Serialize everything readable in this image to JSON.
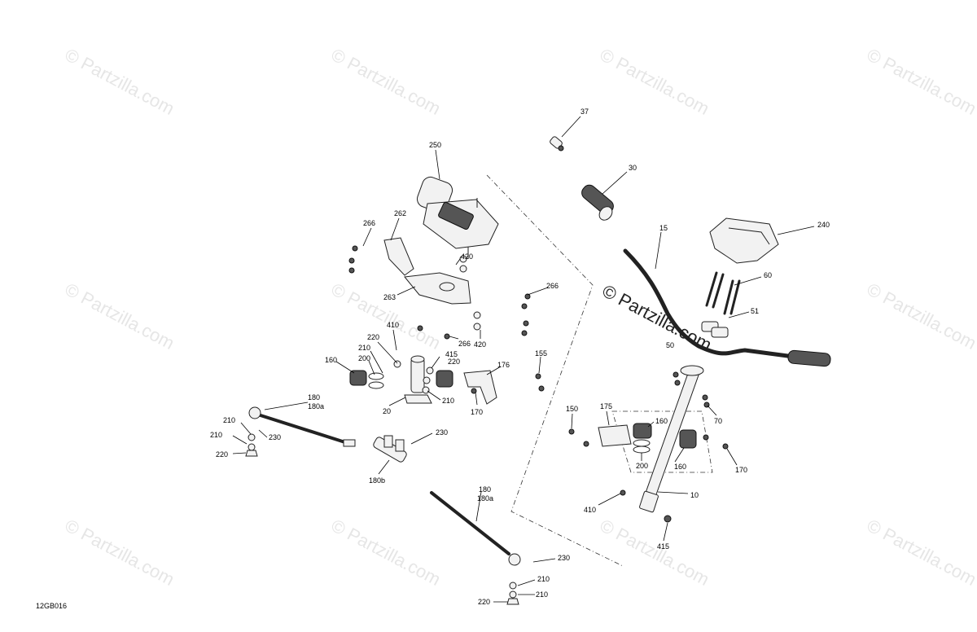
{
  "watermark": {
    "text": "© Partzilla.com",
    "center_text": "© Partzilla.com"
  },
  "reference_code": "12GB016",
  "callouts": {
    "c37": "37",
    "c30": "30",
    "c15": "15",
    "c240": "240",
    "c60": "60",
    "c51": "51",
    "c50": "50",
    "c250": "250",
    "c266a": "266",
    "c262": "262",
    "c420a": "420",
    "c263": "263",
    "c266b": "266",
    "c266c": "266",
    "c420b": "420",
    "c410a": "410",
    "c220a": "220",
    "c210a": "210",
    "c200a": "200",
    "c160a": "160",
    "c415a": "415",
    "c220b": "220",
    "c176": "176",
    "c155": "155",
    "c210b": "210",
    "c20": "20",
    "c170a": "170",
    "c180a": "180",
    "c180aa": "180a",
    "c210c": "210",
    "c230a": "230",
    "c210d": "210",
    "c220c": "220",
    "c230b": "230",
    "c180b": "180b",
    "c180c": "180",
    "c180ab": "180a",
    "c230c": "230",
    "c210e": "210",
    "c210f": "210",
    "c220d": "220",
    "c150": "150",
    "c175": "175",
    "c160b": "160",
    "c200b": "200",
    "c160c": "160",
    "c70": "70",
    "c170b": "170",
    "c10": "10",
    "c410b": "410",
    "c415b": "415"
  }
}
